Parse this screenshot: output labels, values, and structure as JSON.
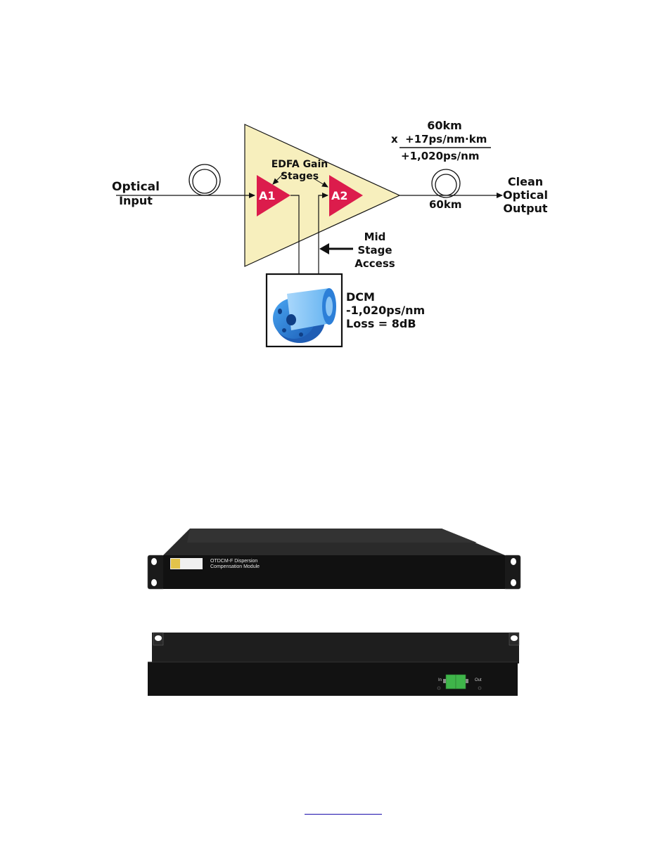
{
  "diagram": {
    "optical_input": [
      "Optical",
      "Input"
    ],
    "edfa_label": [
      "EDFA Gain",
      "Stages"
    ],
    "amp1": "A1",
    "amp2": "A2",
    "dispersion": {
      "length": "60km",
      "coefficient": "x  +17ps/nm·km",
      "total": "+1,020ps/nm"
    },
    "fiber_length": "60km",
    "output": [
      "Clean",
      "Optical",
      "Output"
    ],
    "mid_stage": [
      "Mid",
      "Stage",
      "Access"
    ],
    "dcm": {
      "title": "DCM",
      "dispersion": "-1,020ps/nm",
      "loss": "Loss = 8dB"
    },
    "colors": {
      "triangle_fill": "#f7efbd",
      "amplifier": "#dc1c4c",
      "spool": "#2f86e0"
    }
  },
  "device_front": {
    "logo_text": "",
    "model_line1": "OTDCM-F Dispersion",
    "model_line2": "Compensation Module"
  },
  "device_rear": {
    "port_in": "In",
    "port_out": "Out",
    "connector_color": "#3fb54a"
  },
  "footer": {
    "link_text": ""
  }
}
